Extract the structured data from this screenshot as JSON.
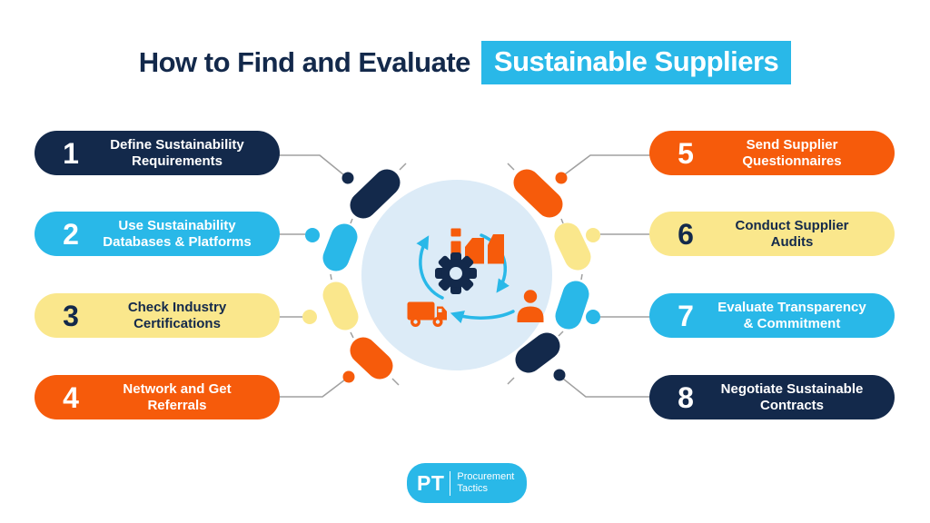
{
  "title": {
    "plain": "How to Find and Evaluate",
    "highlight": "Sustainable Suppliers"
  },
  "steps": [
    {
      "number": "1",
      "line1": "Define Sustainability",
      "line2": "Requirements",
      "color": "#13294B"
    },
    {
      "number": "2",
      "line1": "Use Sustainability",
      "line2": "Databases & Platforms",
      "color": "#29B8E8"
    },
    {
      "number": "3",
      "line1": "Check Industry",
      "line2": "Certifications",
      "color": "#FAE78C"
    },
    {
      "number": "4",
      "line1": "Network and Get",
      "line2": "Referrals",
      "color": "#F65B0B"
    },
    {
      "number": "5",
      "line1": "Send Supplier",
      "line2": "Questionnaires",
      "color": "#F65B0B"
    },
    {
      "number": "6",
      "line1": "Conduct Supplier",
      "line2": "Audits",
      "color": "#FAE78C"
    },
    {
      "number": "7",
      "line1": "Evaluate Transparency",
      "line2": "& Commitment",
      "color": "#29B8E8"
    },
    {
      "number": "8",
      "line1": "Negotiate Sustainable",
      "line2": "Contracts",
      "color": "#13294B"
    }
  ],
  "center": {
    "icons": [
      "bar-chart-icon",
      "gear-icon",
      "truck-icon",
      "person-icon",
      "cycle-arrows"
    ]
  },
  "logo": {
    "abbr": "PT",
    "line1": "Procurement",
    "line2": "Tactics"
  },
  "colors": {
    "navy": "#13294B",
    "cyan": "#29B8E8",
    "yellow": "#FAE78C",
    "orange": "#F65B0B",
    "circle_bg": "#DCEBF7",
    "connector_gray": "#A0A0A0",
    "title_text": "#13294B",
    "highlight_bg": "#29B8E8",
    "background": "#FFFFFF"
  }
}
